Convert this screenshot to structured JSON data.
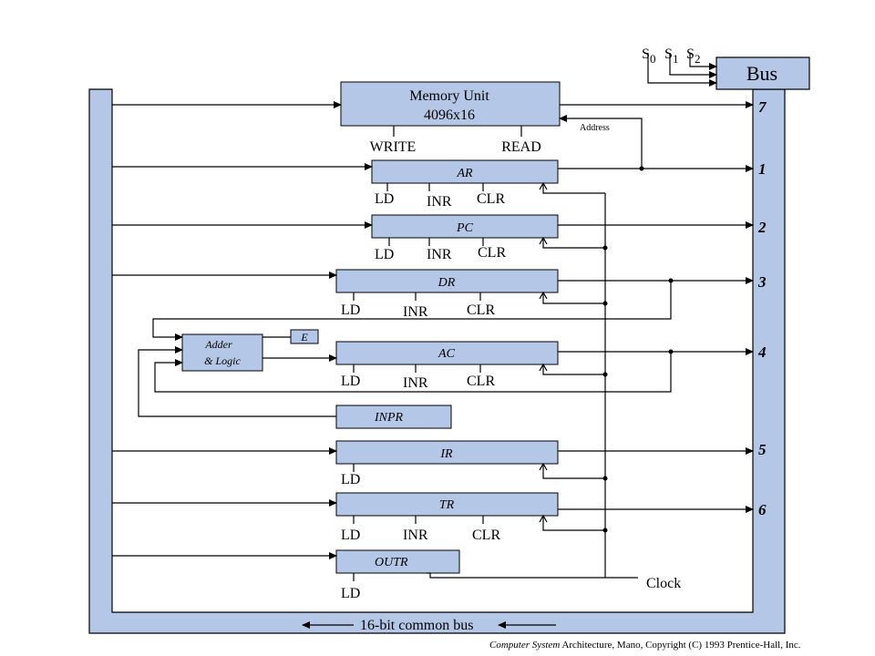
{
  "bus": {
    "label": "Bus",
    "select_lines": [
      "S",
      "S",
      "S"
    ],
    "select_subs": [
      "0",
      "1",
      "2"
    ],
    "common_bus_label": "16-bit common bus",
    "bus_numbers": [
      "7",
      "1",
      "2",
      "3",
      "4",
      "5",
      "6"
    ]
  },
  "memory": {
    "title": "Memory Unit",
    "size": "4096x16",
    "write": "WRITE",
    "read": "READ",
    "address": "Address"
  },
  "registers": {
    "ar": "AR",
    "pc": "PC",
    "dr": "DR",
    "ac": "AC",
    "inpr": "INPR",
    "ir": "IR",
    "tr": "TR",
    "outr": "OUTR",
    "e": "E"
  },
  "adder": {
    "line1": "Adder",
    "line2": "& Logic"
  },
  "controls": {
    "ld": "LD",
    "inr": "INR",
    "clr": "CLR"
  },
  "clock": "Clock",
  "footer": {
    "italic": "Computer System",
    "rest": " Architecture,  Mano, Copyright (C) 1993 Prentice-Hall, Inc."
  }
}
